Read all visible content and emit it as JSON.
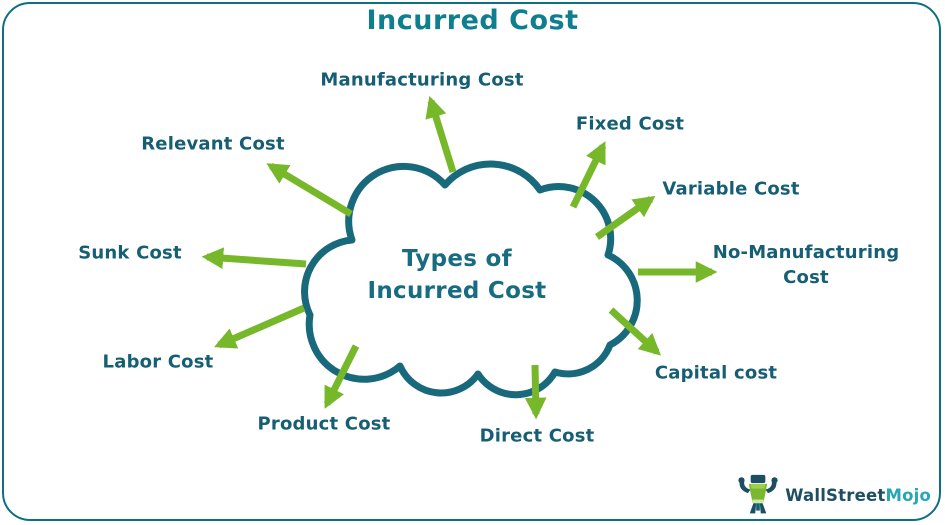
{
  "page": {
    "title": "Incurred Cost"
  },
  "cloud": {
    "line1": "Types of",
    "line2": "Incurred Cost"
  },
  "spokes": [
    {
      "label": "Manufacturing Cost",
      "direction": "up"
    },
    {
      "label": "Fixed Cost",
      "direction": "up-right"
    },
    {
      "label": "Variable Cost",
      "direction": "up-right"
    },
    {
      "label": "No-Manufacturing Cost",
      "direction": "right"
    },
    {
      "label": "Capital cost",
      "direction": "down-right"
    },
    {
      "label": "Direct Cost",
      "direction": "down"
    },
    {
      "label": "Product Cost",
      "direction": "down-left"
    },
    {
      "label": "Labor Cost",
      "direction": "down-left"
    },
    {
      "label": "Sunk Cost",
      "direction": "left"
    },
    {
      "label": "Relevant Cost",
      "direction": "up-left"
    }
  ],
  "logo": {
    "brand_primary": "WallStreet",
    "brand_accent": "Mojo",
    "mascot": "bull-mascot-icon"
  },
  "colors": {
    "title_teal": "#0e7f8e",
    "label_teal": "#155e74",
    "cloud_stroke_teal": "#19697d",
    "arrow_green": "#76b82a",
    "border_teal": "#0d7080",
    "logo_primary": "#1d4e61",
    "logo_accent": "#25a7b7",
    "background": "#ffffff"
  }
}
